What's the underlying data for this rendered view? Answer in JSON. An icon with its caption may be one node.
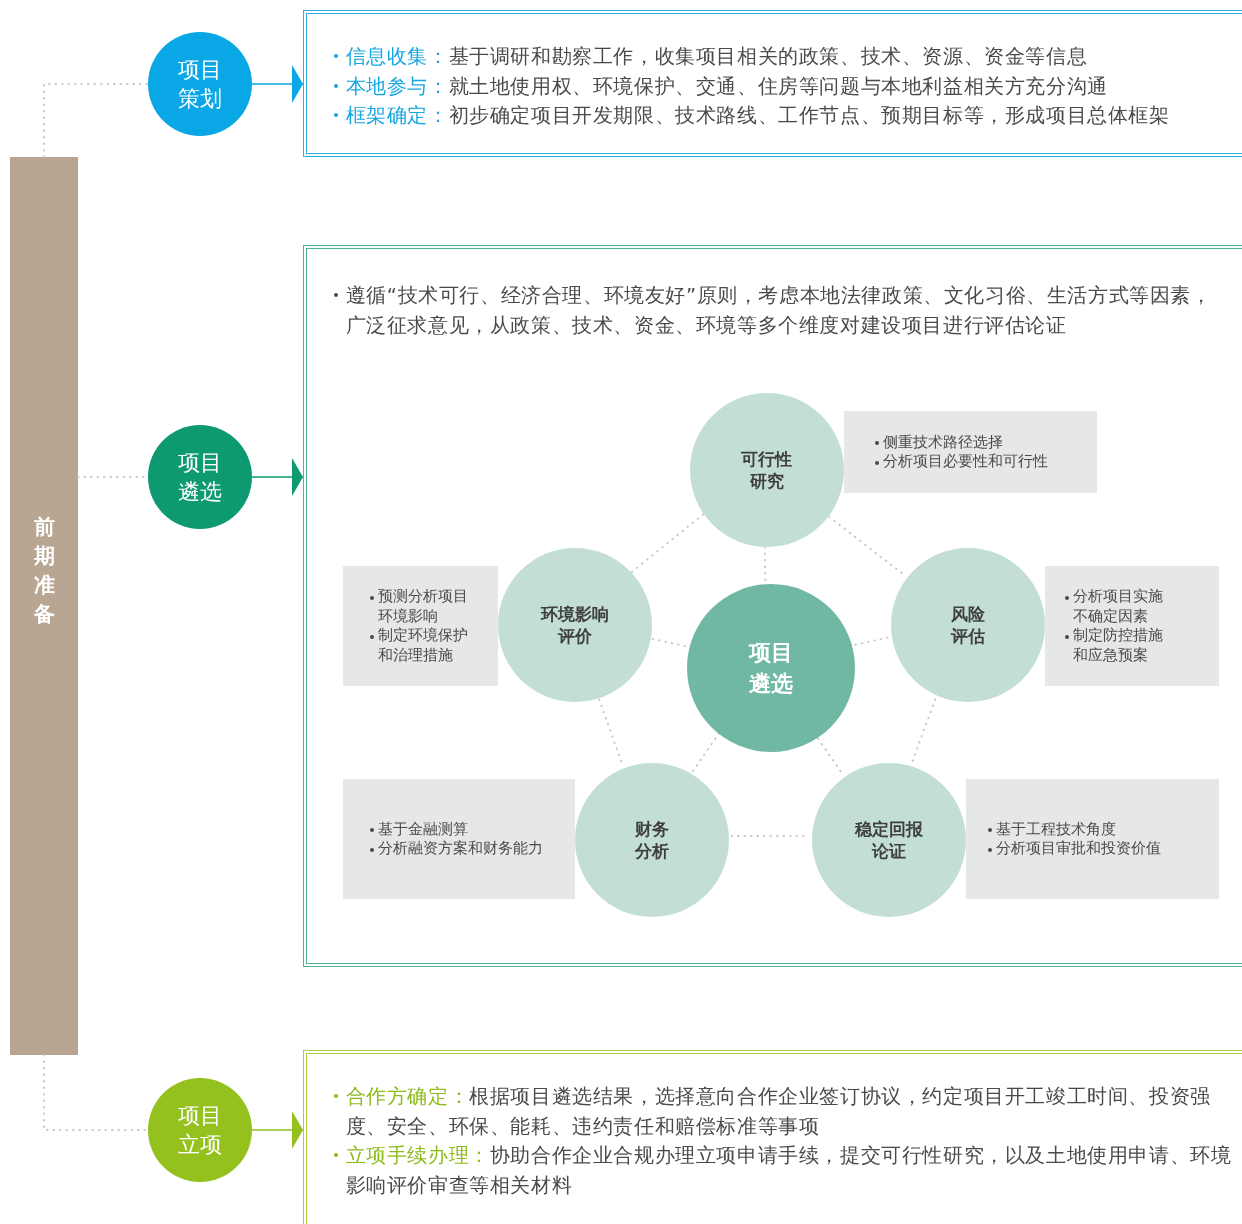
{
  "diagram": {
    "nodes": [
      {
        "text": [
          "前期准备"
        ]
      },
      {
        "text": [
          "项目策划"
        ]
      },
      {
        "text": [
          "信息收集：基于调研和勘察工作，收集项目相关的政策、技术、资源、资金等信息",
          "本地参与：就土地使用权、环境保护、交通、住房等问题与本地利益相关方充分沟通",
          "框架确定：初步确定项目开发期限、技术路线、工作节点、预期目标等，形成项目总体框架"
        ]
      },
      {
        "text": [
          "项目遴选"
        ]
      },
      {
        "text": [
          "遵循“技术可行、经济合理、环境友好”原则，考虑本地法律政策、文化习俗、生活方式等因素，广泛征求意见，从政策、技术、资金、环境等多个维度对建设项目进行评估论证"
        ]
      },
      {
        "text": [
          "项目遴选"
        ],
        "in": 4
      },
      {
        "text": [
          "可行性研究"
        ],
        "in": 4
      },
      {
        "text": [
          "侧重技术路径选择",
          "分析项目必要性和可行性"
        ],
        "in": 4
      },
      {
        "text": [
          "环境影响评价"
        ],
        "in": 4
      },
      {
        "text": [
          "预测分析项目环境影响",
          "制定环境保护和治理措施"
        ],
        "in": 4
      },
      {
        "text": [
          "风险评估"
        ],
        "in": 4
      },
      {
        "text": [
          "分析项目实施不确定因素",
          "制定防控措施和应急预案"
        ],
        "in": 4
      },
      {
        "text": [
          "财务分析"
        ],
        "in": 4
      },
      {
        "text": [
          "基于金融测算",
          "分析融资方案和财务能力"
        ],
        "in": 4
      },
      {
        "text": [
          "稳定回报论证"
        ],
        "in": 4
      },
      {
        "text": [
          "基于工程技术角度",
          "分析项目审批和投资价值"
        ],
        "in": 4
      },
      {
        "text": [
          "项目立项"
        ]
      },
      {
        "text": [
          "合作方确定：根据项目遴选结果，选择意向合作企业签订协议，约定项目开工竣工时间、投资强度、安全、环保、能耗、违约责任和赔偿标准等事项",
          "立项手续办理：协助合作企业合规办理立项申请手续，提交可行性研究，以及土地使用申请、环境影响评价审查等相关材料"
        ]
      }
    ],
    "edges": [
      {
        "from": 0,
        "to": 1,
        "arrow": "none",
        "style": "dashed"
      },
      {
        "from": 1,
        "to": 2,
        "arrow": "to",
        "color": "#0aa7e6"
      },
      {
        "from": 0,
        "to": 3,
        "arrow": "none",
        "style": "dashed"
      },
      {
        "from": 3,
        "to": 4,
        "arrow": "to",
        "color": "#0e9a70"
      },
      {
        "from": 0,
        "to": 16,
        "arrow": "none",
        "style": "dashed"
      },
      {
        "from": 16,
        "to": 17,
        "arrow": "to",
        "color": "#95c11f"
      },
      {
        "from": 5,
        "to": 6,
        "arrow": "none",
        "style": "dashed"
      },
      {
        "from": 5,
        "to": 8,
        "arrow": "none",
        "style": "dashed"
      },
      {
        "from": 5,
        "to": 10,
        "arrow": "none",
        "style": "dashed"
      },
      {
        "from": 5,
        "to": 12,
        "arrow": "none",
        "style": "dashed"
      },
      {
        "from": 5,
        "to": 14,
        "arrow": "none",
        "style": "dashed"
      },
      {
        "from": 6,
        "to": 8,
        "arrow": "none",
        "style": "dashed"
      },
      {
        "from": 6,
        "to": 10,
        "arrow": "none",
        "style": "dashed"
      },
      {
        "from": 8,
        "to": 12,
        "arrow": "none",
        "style": "dashed"
      },
      {
        "from": 10,
        "to": 14,
        "arrow": "none",
        "style": "dashed"
      },
      {
        "from": 12,
        "to": 14,
        "arrow": "none",
        "style": "dashed"
      }
    ]
  }
}
